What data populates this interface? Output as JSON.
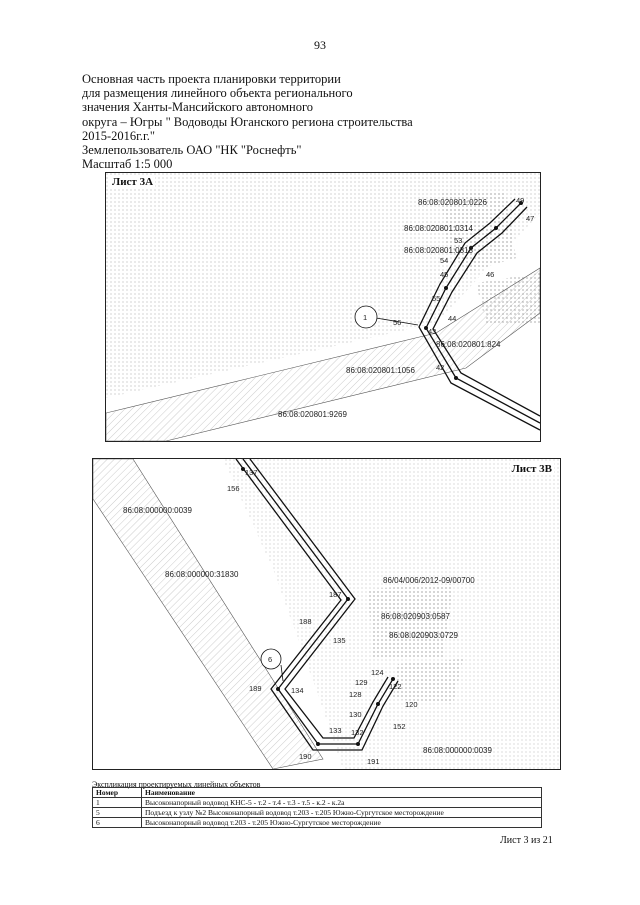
{
  "page_number": "93",
  "header": {
    "lines": [
      "Основная часть проекта планировки территории",
      "для размещения линейного объекта регионального",
      "значения Ханты-Мансийского автономного",
      "округа – Югры \" Водоводы Юганского региона строительства",
      "2015-2016г.г.\"",
      "Землепользователь ОАО \"НК \"Роснефть\"",
      "Масштаб 1:5 000"
    ]
  },
  "map_top": {
    "title": "Лист 3А",
    "callout": "1",
    "parcels": [
      "86:08:020801:0226",
      "86:08:020801:0314",
      "86:08:020801:0313",
      "86:08:020801:824",
      "86:08:020801:1056",
      "86:08:020801:9269"
    ],
    "points": [
      "49",
      "47",
      "53",
      "54",
      "46",
      "45",
      "55",
      "44",
      "56",
      "43",
      "42"
    ]
  },
  "map_bottom": {
    "title": "Лист 3В",
    "callout": "6",
    "parcels": [
      "86:08:000000:0039",
      "86:08:000000:31830",
      "86/04/006/2012-09/00700",
      "86:08:020903:0587",
      "86:08:020903:0729",
      "86:08:000000:0039"
    ],
    "points": [
      "137",
      "156",
      "187",
      "188",
      "135",
      "189",
      "134",
      "124",
      "129",
      "122",
      "128",
      "120",
      "130",
      "133",
      "132",
      "152",
      "190",
      "191"
    ]
  },
  "legend": {
    "caption": "Экспликация проектируемых линейных объектов",
    "headers": [
      "Номер",
      "Наименование"
    ],
    "rows": [
      [
        "1",
        "Высоконапорный водовод КНС-5 - т.2 - т.4 - т.3 - т.5 - к.2 - к.2а"
      ],
      [
        "5",
        "Подъезд к узлу №2 Высоконапорный водовод т.203 - т.205 Южно-Сургутское месторождение"
      ],
      [
        "6",
        "Высоконапорный водовод т.203 - т.205 Южно-Сургутское месторождение"
      ]
    ]
  },
  "footer": "Лист 3 из 21"
}
